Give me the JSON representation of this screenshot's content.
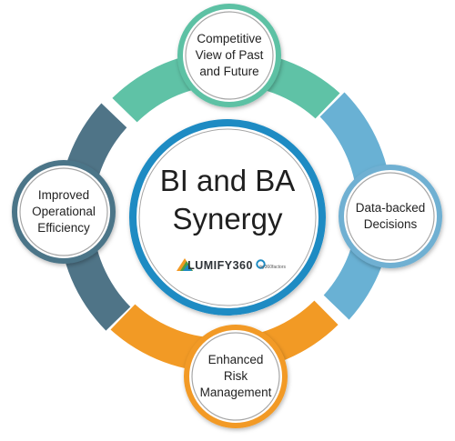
{
  "diagram": {
    "center": {
      "title": "BI and BA\nSynergy",
      "logo_text": "LUMIFY360",
      "logo_suffix": "by360factors"
    },
    "nodes": [
      {
        "id": "top",
        "label": "Competitive\nView of Past\nand Future",
        "color": "#5dc1a4"
      },
      {
        "id": "right",
        "label": "Data-backed\nDecisions",
        "color": "#6fb0d2"
      },
      {
        "id": "bottom",
        "label": "Enhanced\nRisk\nManagement",
        "color": "#f29a25"
      },
      {
        "id": "left",
        "label": "Improved\nOperational\nEfficiency",
        "color": "#4c7488"
      }
    ],
    "colors": {
      "center_ring": "#1e8bc3",
      "node_border": "#a6a6a6"
    }
  }
}
